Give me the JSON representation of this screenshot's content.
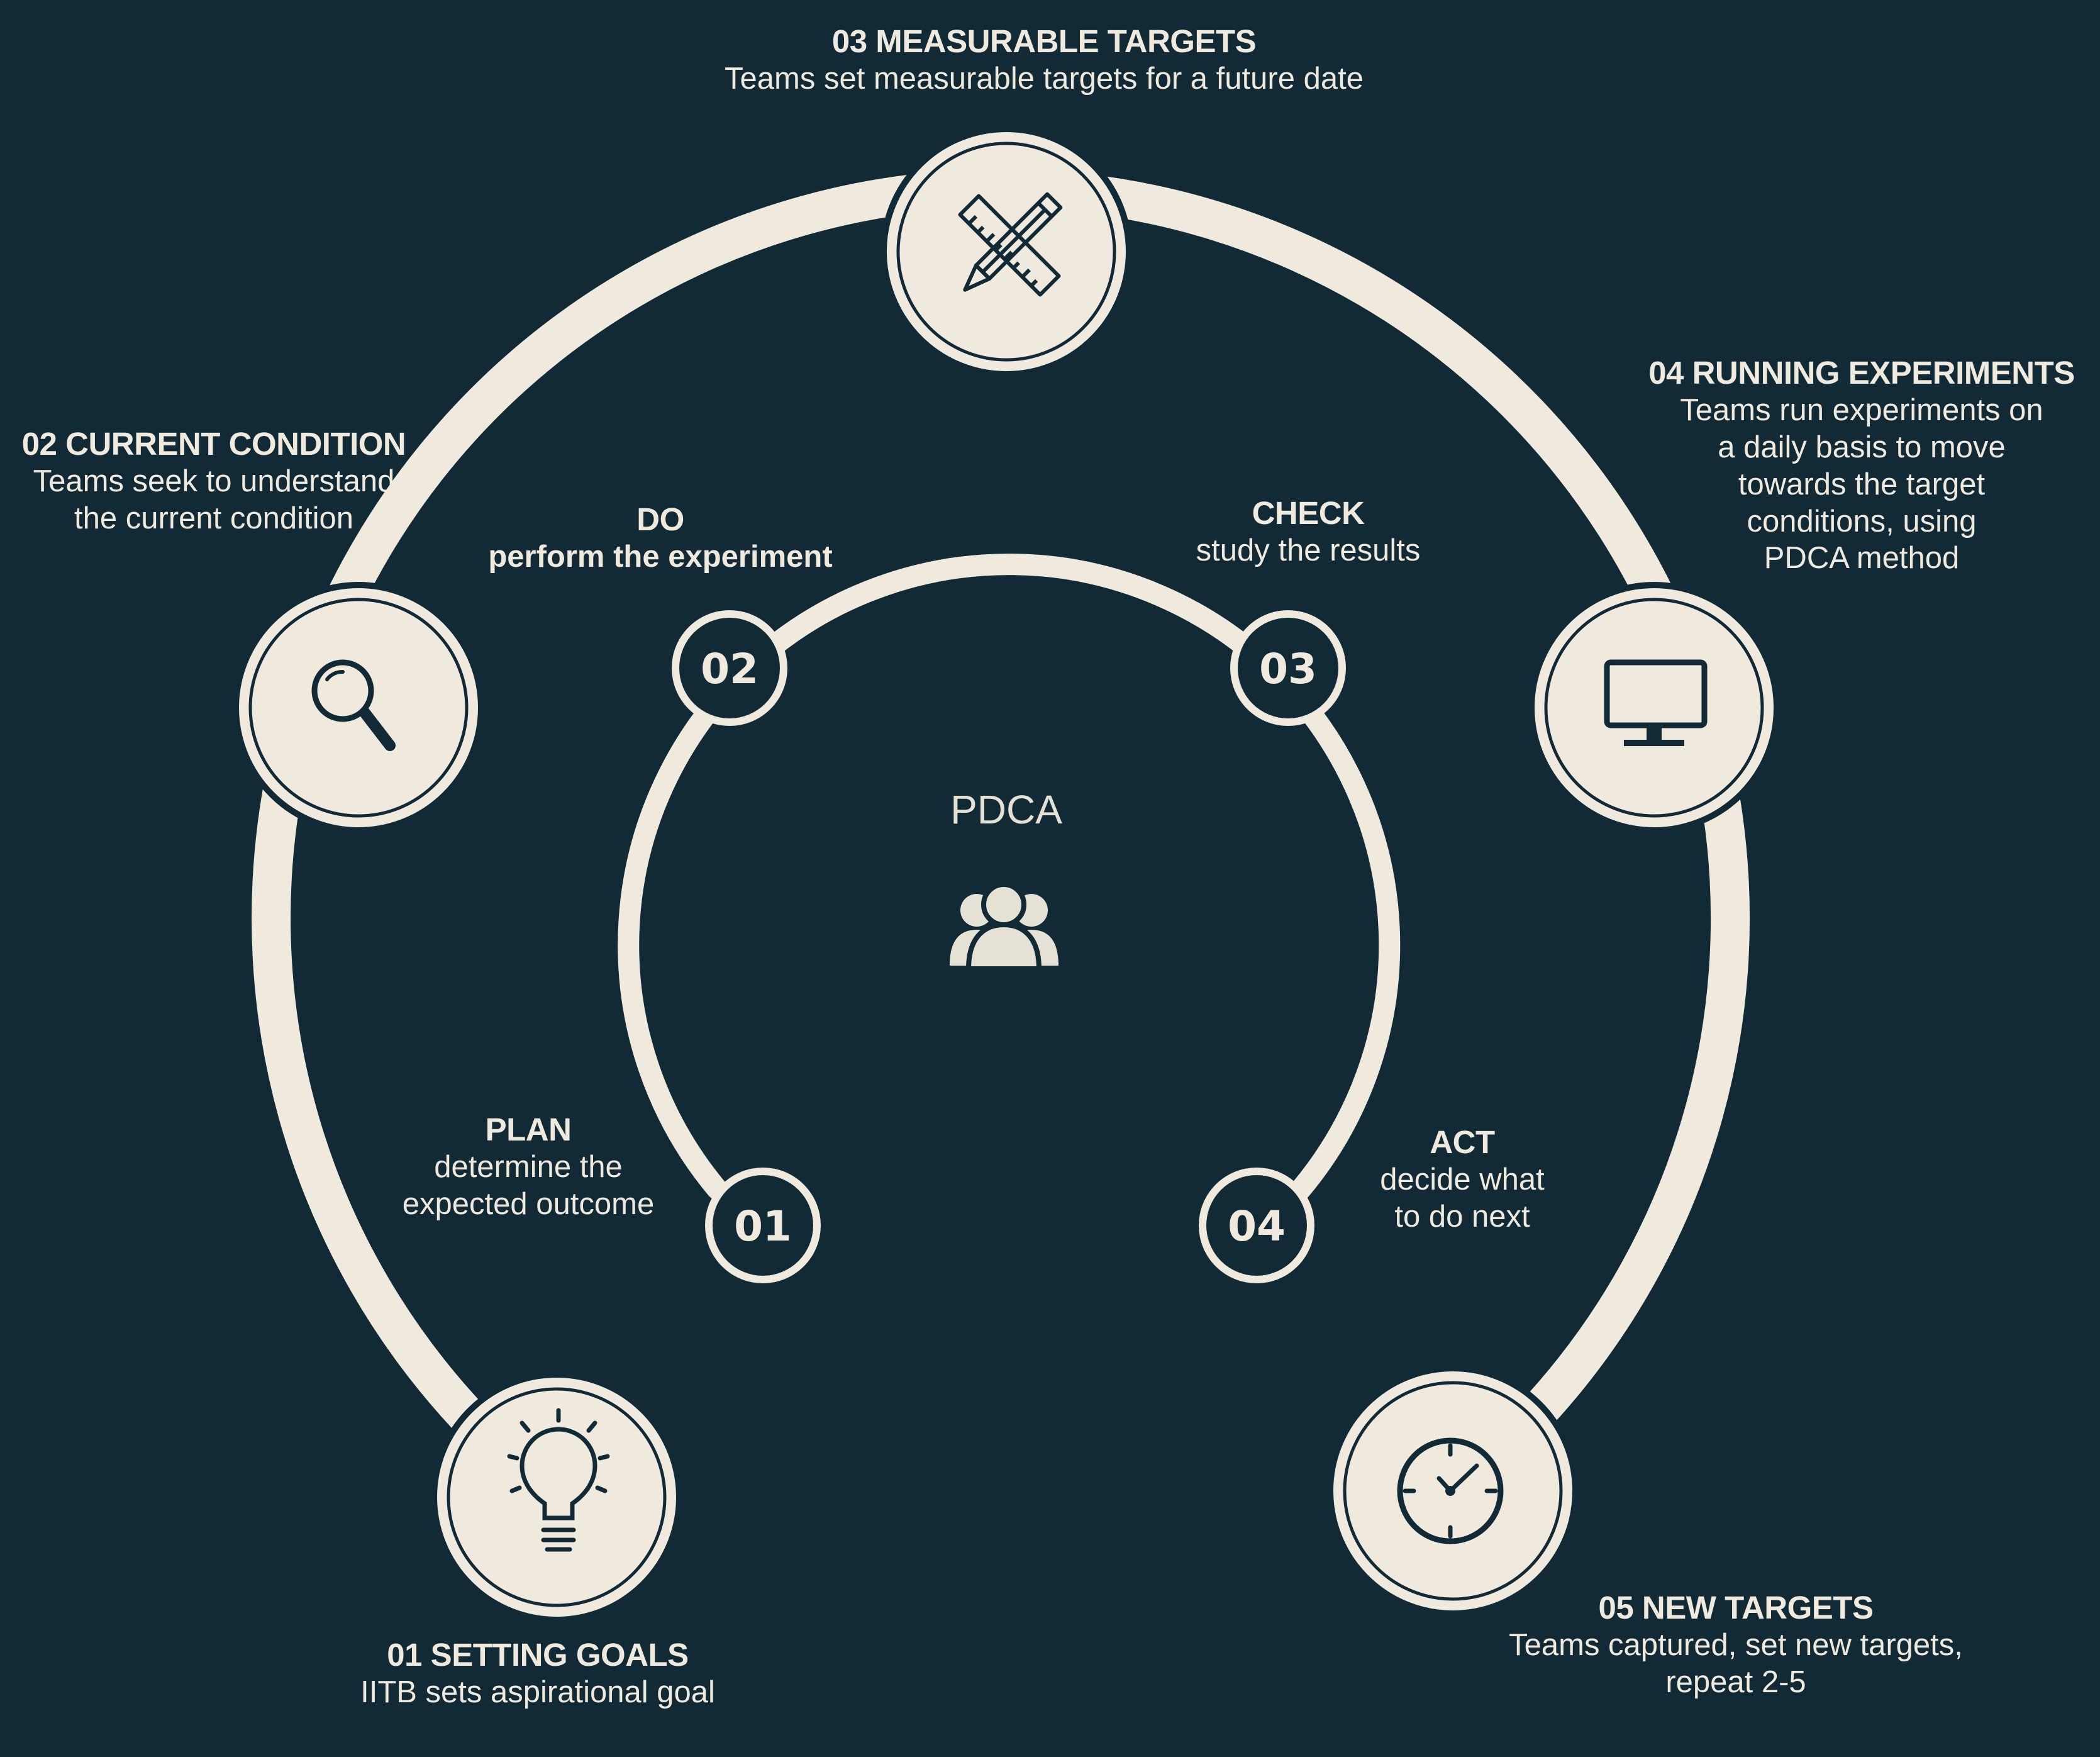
{
  "colors": {
    "background": "#122a36",
    "accent": "#efeadd"
  },
  "center": {
    "title": "PDCA",
    "icon": "people-group-icon"
  },
  "outer_steps": [
    {
      "title": "01 SETTING GOALS",
      "desc": "IITB sets aspirational goal",
      "icon": "lightbulb-icon"
    },
    {
      "title": "02 CURRENT CONDITION",
      "desc": "Teams seek to understand\nthe current condition",
      "icon": "magnifier-icon"
    },
    {
      "title": "03 MEASURABLE TARGETS",
      "desc": "Teams set measurable targets for a future date",
      "icon": "pencil-ruler-icon"
    },
    {
      "title": "04 RUNNING EXPERIMENTS",
      "desc": "Teams run experiments on\na daily basis to move\ntowards the target\nconditions, using\nPDCA method",
      "icon": "monitor-icon"
    },
    {
      "title": "05 NEW TARGETS",
      "desc": "Teams captured, set new targets,\nrepeat 2-5",
      "icon": "clock-icon"
    }
  ],
  "inner_steps": [
    {
      "number": "01",
      "title": "PLAN",
      "desc": "determine the\nexpected outcome"
    },
    {
      "number": "02",
      "title": "DO",
      "desc": "perform the experiment"
    },
    {
      "number": "03",
      "title": "CHECK",
      "desc": "study the results"
    },
    {
      "number": "04",
      "title": "ACT",
      "desc": "decide what\nto do next"
    }
  ]
}
